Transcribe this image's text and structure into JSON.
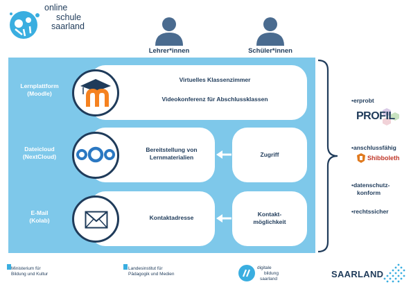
{
  "logo": {
    "lines": [
      "online",
      "schule",
      "saarland"
    ]
  },
  "roles": {
    "teachers": "Lehrer*innen",
    "students": "Schüler*innen"
  },
  "rows": [
    {
      "name_lines": [
        "Lernplattform",
        "(Moodle)"
      ],
      "icon": "moodle-logo-icon",
      "items": [
        "Virtuelles Klassenzimmer",
        "Videokonferenz für Abschlussklassen"
      ]
    },
    {
      "name_lines": [
        "Dateicloud",
        "(NextCloud)"
      ],
      "icon": "nextcloud-logo-icon",
      "provide_lines": [
        "Bereitstellung von",
        "Lernmaterialien"
      ],
      "access_lines": [
        "Zugriff"
      ]
    },
    {
      "name_lines": [
        "E-Mail",
        "(Kolab)"
      ],
      "icon": "envelope-icon",
      "provide_lines": [
        "Kontaktadresse"
      ],
      "access_lines": [
        "Kontakt-",
        "möglichkeit"
      ]
    }
  ],
  "features": {
    "tested": "•erprobt",
    "tested_logo": "PROFIL",
    "connectable": "•anschlussfähig",
    "connectable_logo": "Shibboleth",
    "privacy_lines": [
      "•datenschutz-",
      "konform"
    ],
    "legal": "•rechtssicher"
  },
  "footer": {
    "ministry_lines": [
      "Ministerium für",
      "Bildung und Kultur"
    ],
    "institute_lines": [
      "Landesinstitut für",
      "Pädagogik und Medien"
    ],
    "digital_lines": [
      "digitale",
      "bildung",
      "saarland"
    ],
    "state": "SAARLAND"
  },
  "colors": {
    "navy": "#1f3b5a",
    "panel": "#7ec8ea",
    "accent": "#3aaee0",
    "moodle": "#f58220"
  }
}
